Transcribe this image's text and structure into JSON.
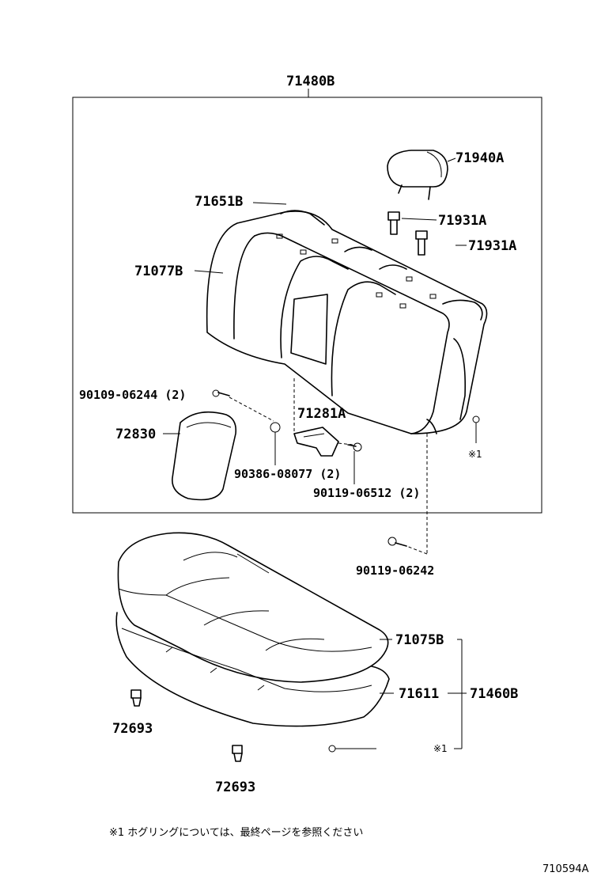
{
  "parts": {
    "p71480B": "71480B",
    "p71940A": "71940A",
    "p71651B": "71651B",
    "p71931A_1": "71931A",
    "p71931A_2": "71931A",
    "p71077B": "71077B",
    "p90109": "90109-06244 (2)",
    "p71281A": "71281A",
    "p72830": "72830",
    "p90386": "90386-08077 (2)",
    "p90119_06512": "90119-06512 (2)",
    "p90119_06242": "90119-06242",
    "p71075B": "71075B",
    "p71611": "71611",
    "p71460B": "71460B",
    "p72693_1": "72693",
    "p72693_2": "72693"
  },
  "marks": {
    "ref1_upper": "※1",
    "ref1_lower": "※1"
  },
  "footnote": "※1  ホグリングについては、最終ページを参照ください",
  "figure_id": "710594A"
}
